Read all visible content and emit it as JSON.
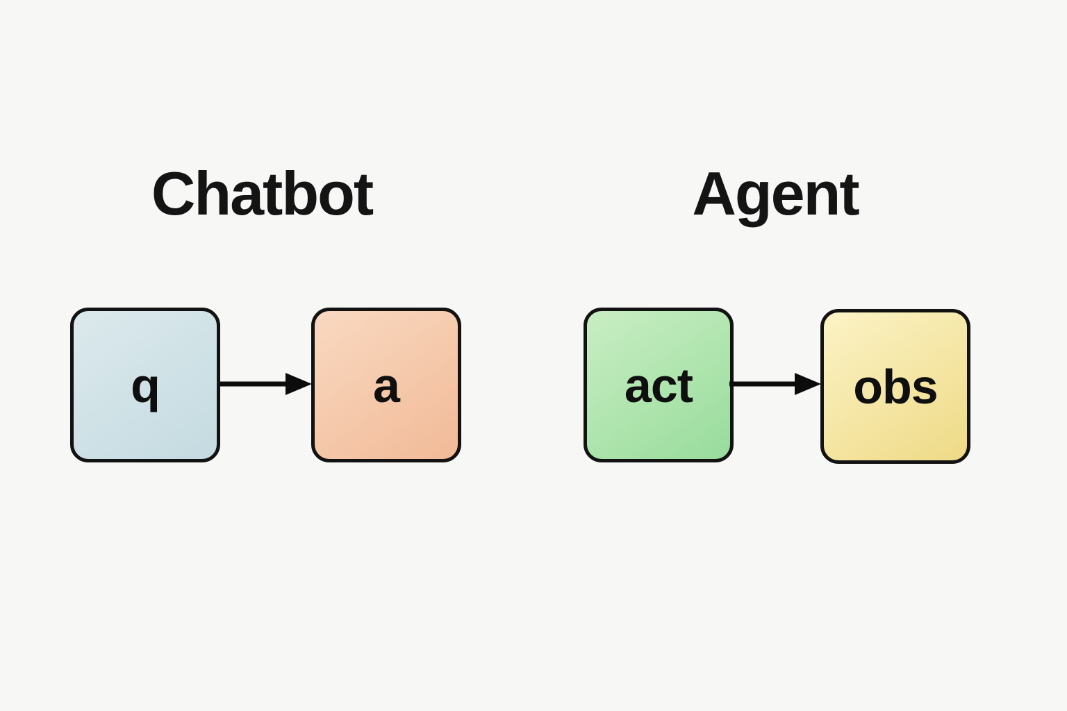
{
  "page": {
    "background_color": "#f7f7f5",
    "title_color": "#141414",
    "border_color": "#121212",
    "arrow_color": "#0c0c0c"
  },
  "sections": [
    {
      "title": "Chatbot",
      "nodes": [
        {
          "label": "q",
          "color_start": "#dcZZe9ec",
          "color_end": "#c4dbe1"
        },
        {
          "label": "a",
          "color_start": "#f9d9c1",
          "color_end": "#f1ba97"
        }
      ]
    },
    {
      "title": "Agent",
      "nodes": [
        {
          "label": "act",
          "color_start": "#c9eec3",
          "color_end": "#98dc9c"
        },
        {
          "label": "obs",
          "color_start": "#fcf3c6",
          "color_end": "#eeda86"
        }
      ]
    }
  ]
}
